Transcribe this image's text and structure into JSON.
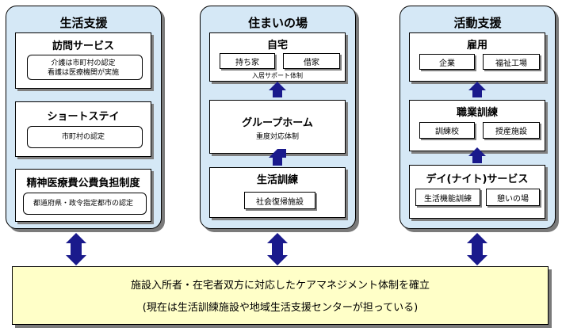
{
  "columns": [
    {
      "title": "生活支援"
    },
    {
      "title": "住まいの場"
    },
    {
      "title": "活動支援"
    }
  ],
  "left": {
    "houmon": {
      "title": "訪問サービス",
      "note1": "介護は市町村の認定",
      "note2": "看護は医療機関が実施"
    },
    "short": {
      "title": "ショートステイ",
      "note": "市町村の認定"
    },
    "iryou": {
      "title": "精神医療費公費負担制度",
      "note": "都道府県・政令指定都市の認定"
    }
  },
  "middle": {
    "jitaku": {
      "title": "自宅",
      "chip1": "持ち家",
      "chip2": "借家",
      "note": "入居サポート体制"
    },
    "group": {
      "title": "グループホーム",
      "note": "重度対応体制"
    },
    "seikatsu": {
      "title": "生活訓練",
      "chip": "社会復帰施設"
    }
  },
  "right": {
    "koyou": {
      "title": "雇用",
      "chip1": "企業",
      "chip2": "福祉工場"
    },
    "shokugyou": {
      "title": "職業訓練",
      "chip1": "訓練校",
      "chip2": "授産施設"
    },
    "day": {
      "title": "デイ(ナイト)サービス",
      "chip1": "生活機能訓練",
      "chip2": "憩いの場"
    }
  },
  "bottom": {
    "line1": "施設入所者・在宅者双方に対応したケアマネジメント体制を確立",
    "line2": "(現在は生活訓練施設や地域生活支援センターが担っている)"
  },
  "colors": {
    "column_fill": "#d5e8f6",
    "bottom_fill": "#ffffc8",
    "arrow": "#1a1a8c"
  }
}
